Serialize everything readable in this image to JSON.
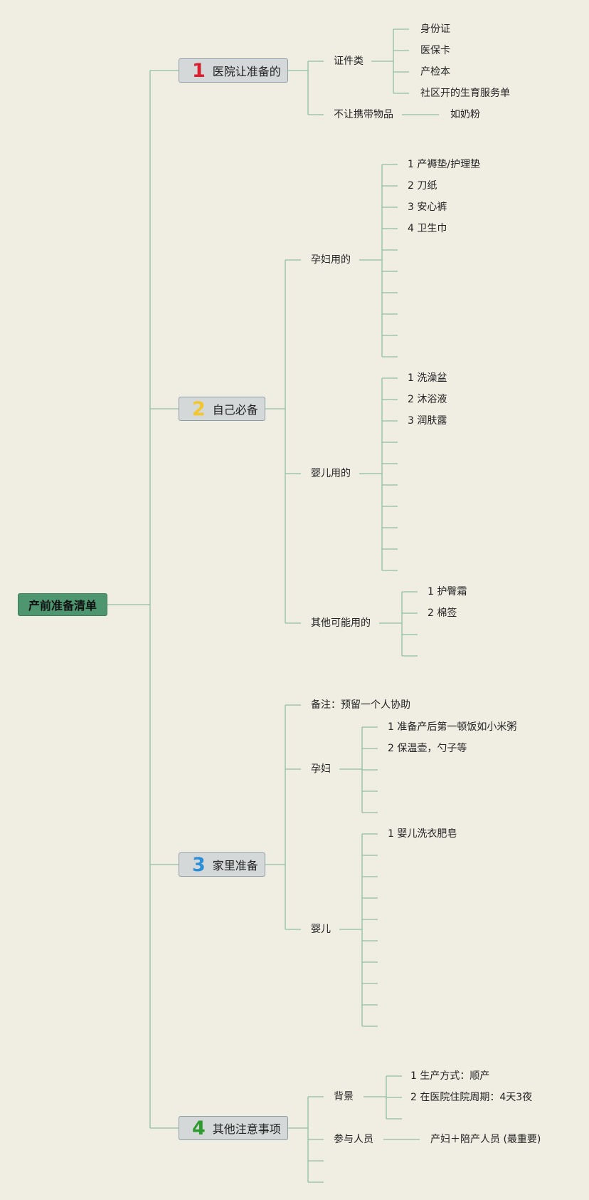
{
  "root": "产前准备清单",
  "sections": {
    "s1": {
      "num": "1",
      "title": "医院让准备的",
      "num_color": "#d92030"
    },
    "s2": {
      "num": "2",
      "title": "自己必备",
      "num_color": "#f2c62f"
    },
    "s3": {
      "num": "3",
      "title": "家里准备",
      "num_color": "#2a8fd6"
    },
    "s4": {
      "num": "4",
      "title": "其他注意事项",
      "num_color": "#2e9b2e"
    }
  },
  "s1": {
    "docs_label": "证件类",
    "docs": [
      "身份证",
      "医保卡",
      "产检本",
      "社区开的生育服务单"
    ],
    "nobring_label": "不让携带物品",
    "nobring": "如奶粉"
  },
  "s2": {
    "mom_label": "孕妇用的",
    "mom": [
      "1 产褥垫/护理垫",
      "2 刀纸",
      "3 安心裤",
      "4 卫生巾"
    ],
    "baby_label": "婴儿用的",
    "baby": [
      "1 洗澡盆",
      "2 沐浴液",
      "3 润肤露"
    ],
    "other_label": "其他可能用的",
    "other": [
      "1 护臀霜",
      "2 棉签"
    ]
  },
  "s3": {
    "note": "备注：预留一个人协助",
    "mom_label": "孕妇",
    "mom": [
      "1 准备产后第一顿饭如小米粥",
      "2 保温壶，勺子等"
    ],
    "baby_label": "婴儿",
    "baby": [
      "1 婴儿洗衣肥皂"
    ]
  },
  "s4": {
    "bg_label": "背景",
    "bg": [
      "1 生产方式：顺产",
      "2 在医院住院周期：4天3夜"
    ],
    "people_label": "参与人员",
    "people": "产妇＋陪产人员 (最重要)"
  },
  "colors": {
    "line": "#8fbfa3",
    "root_bg": "#4d9670",
    "section_bg": "#d5d8d9",
    "background": "#f0ede3"
  }
}
